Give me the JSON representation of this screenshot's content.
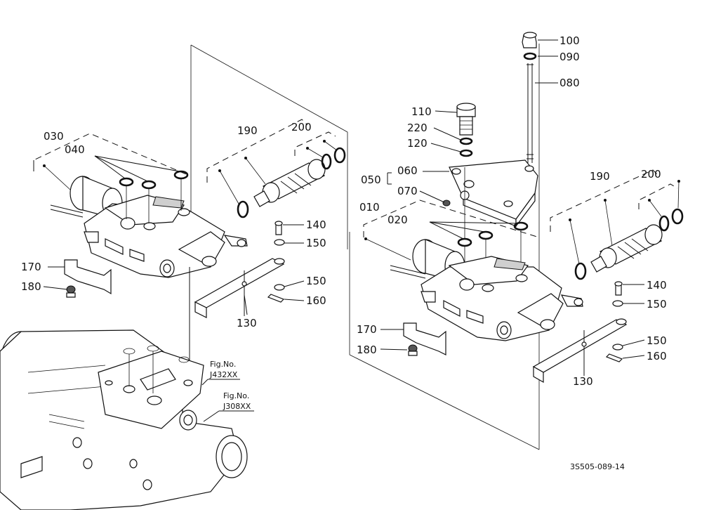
{
  "part_labels": {
    "p030": "030",
    "p040": "040",
    "p190_left": "190",
    "p200_left": "200",
    "p170_left": "170",
    "p180_left": "180",
    "p140_left": "140",
    "p150_left_a": "150",
    "p150_left_b": "150",
    "p160_left": "160",
    "p130_left": "130",
    "p100": "100",
    "p090": "090",
    "p080": "080",
    "p110": "110",
    "p220": "220",
    "p120": "120",
    "p060": "060",
    "p050": "050",
    "p070": "070",
    "p010": "010",
    "p020": "020",
    "p190_right": "190",
    "p200_right": "200",
    "p140_right": "140",
    "p150_right_a": "150",
    "p150_right_b": "150",
    "p160_right": "160",
    "p170_right": "170",
    "p180_right": "180",
    "p130_right": "130"
  },
  "fig_refs": {
    "ref1_line1": "Fig.No.",
    "ref1_line2": "J432XX",
    "ref2_line1": "Fig.No.",
    "ref2_line2": "J308XX"
  },
  "drawing_number": "3S505-089-14"
}
